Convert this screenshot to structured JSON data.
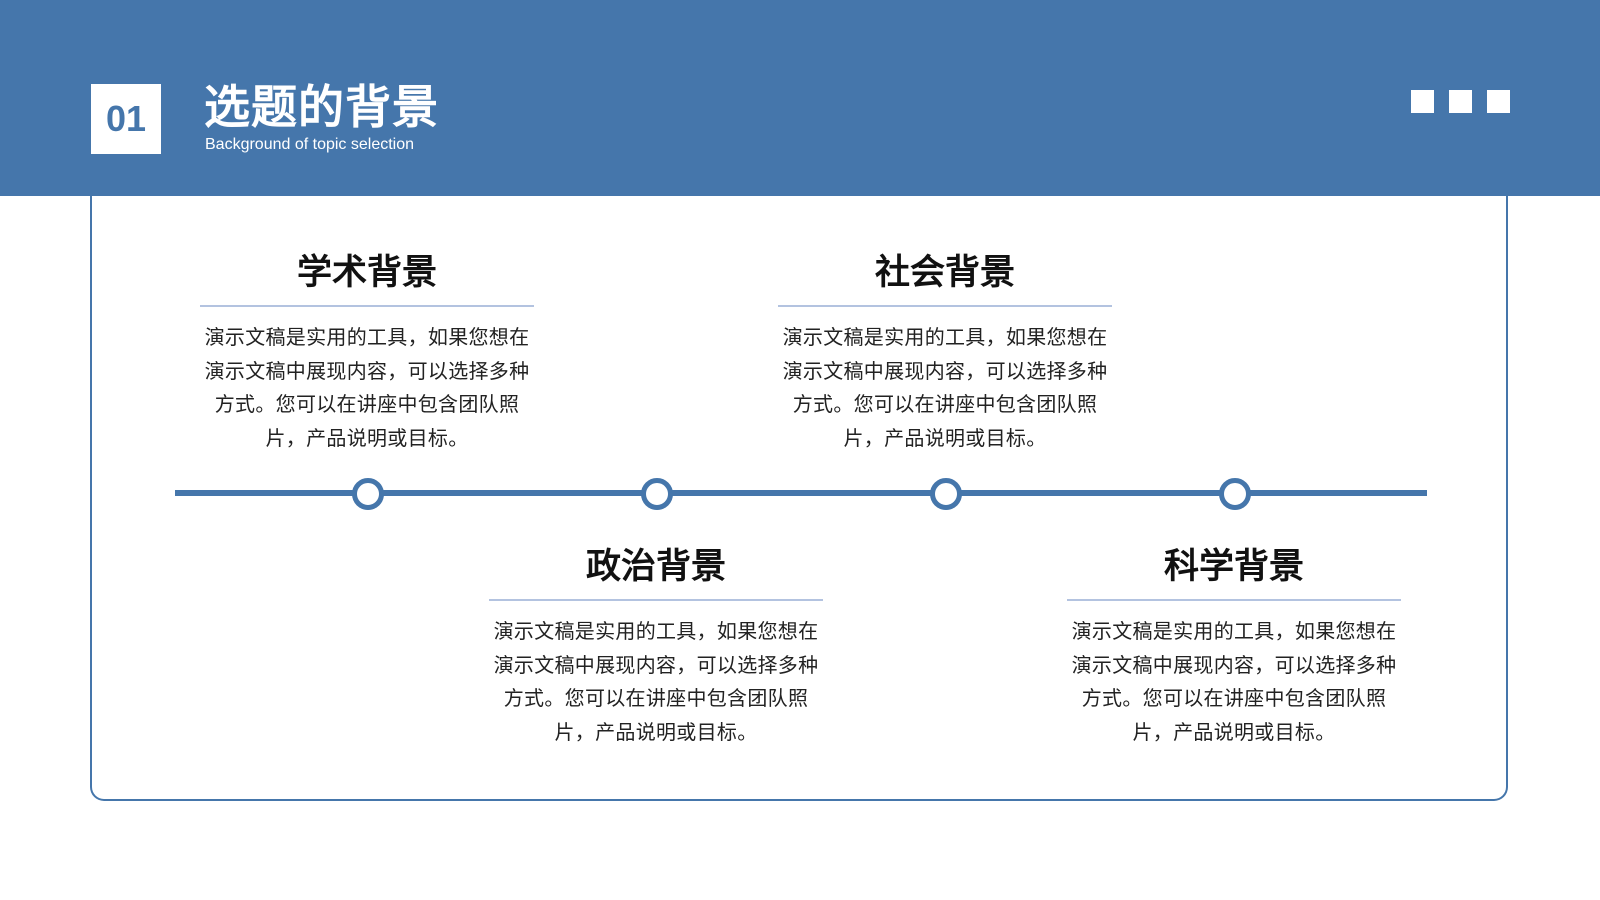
{
  "header": {
    "number": "01",
    "title": "选题的背景",
    "subtitle": "Background of topic selection"
  },
  "colors": {
    "primary": "#4576ab",
    "rule": "#b3c3e0",
    "text": "#222222"
  },
  "items": [
    {
      "title": "学术背景",
      "text": "演示文稿是实用的工具，如果您想在演示文稿中展现内容，可以选择多种方式。您可以在讲座中包含团队照片，产品说明或目标。"
    },
    {
      "title": "政治背景",
      "text": "演示文稿是实用的工具，如果您想在演示文稿中展现内容，可以选择多种方式。您可以在讲座中包含团队照片，产品说明或目标。"
    },
    {
      "title": "社会背景",
      "text": "演示文稿是实用的工具，如果您想在演示文稿中展现内容，可以选择多种方式。您可以在讲座中包含团队照片，产品说明或目标。"
    },
    {
      "title": "科学背景",
      "text": "演示文稿是实用的工具，如果您想在演示文稿中展现内容，可以选择多种方式。您可以在讲座中包含团队照片，产品说明或目标。"
    }
  ]
}
